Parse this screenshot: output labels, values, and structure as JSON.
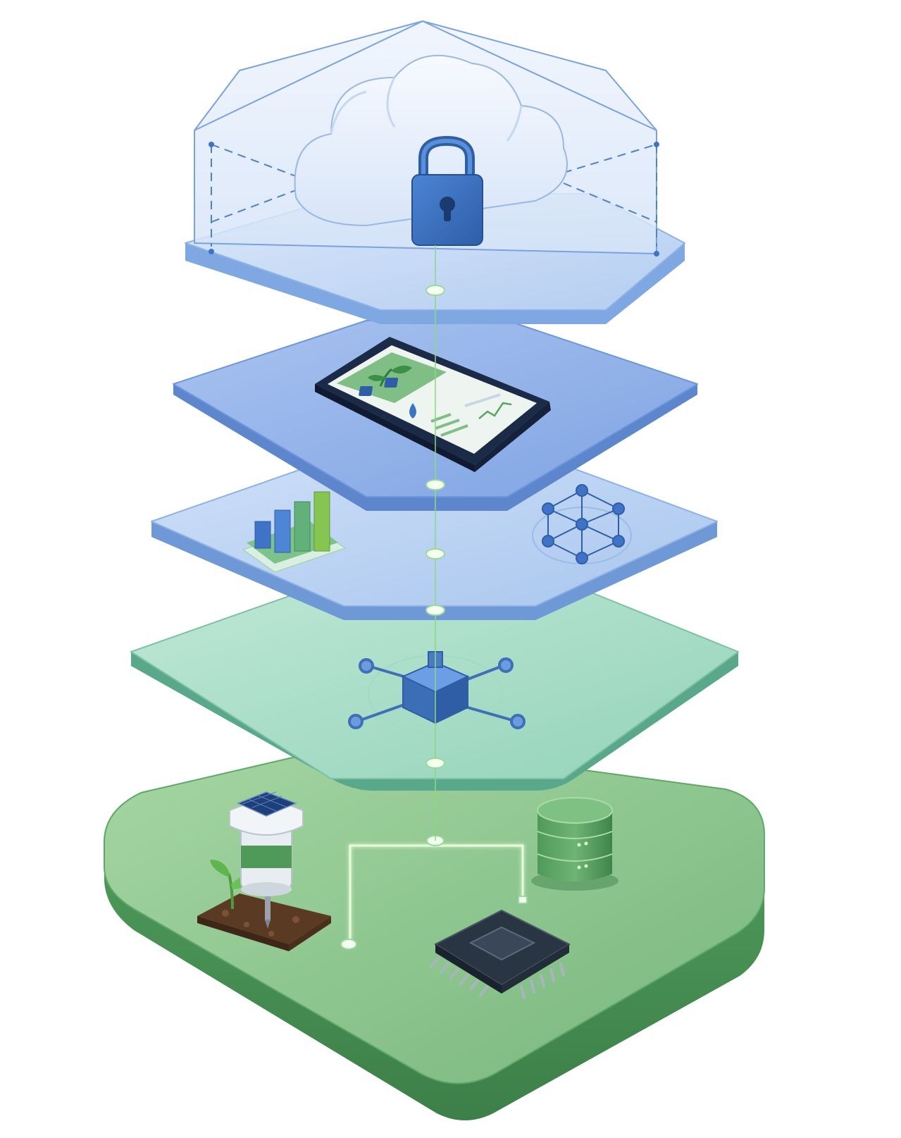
{
  "colors": {
    "background": "#ffffff",
    "cloud_layer": "#bcd3f3",
    "app_layer": "#8fb1ea",
    "analytics_layer": "#b5cff3",
    "network_layer": "#a5dcc4",
    "device_layer": "#7fbf86",
    "connector_line": "#e6ffd9",
    "connector_glow": "#7ed67a",
    "icon_blue": "#3a6fc0",
    "icon_green": "#5ba65f"
  },
  "layers": [
    {
      "id": "cloud",
      "icons": [
        "cloud-icon",
        "padlock-icon"
      ]
    },
    {
      "id": "application",
      "icons": [
        "smartphone-icon",
        "plant-image-icon",
        "water-drop-icon",
        "trend-line-icon"
      ]
    },
    {
      "id": "analytics",
      "icons": [
        "bar-chart-icon",
        "network-graph-icon"
      ]
    },
    {
      "id": "network",
      "icons": [
        "hub-cube-icon",
        "node-icon"
      ]
    },
    {
      "id": "devices",
      "icons": [
        "soil-sensor-icon",
        "solar-panel-icon",
        "sprout-icon",
        "database-icon",
        "microchip-icon"
      ]
    }
  ]
}
